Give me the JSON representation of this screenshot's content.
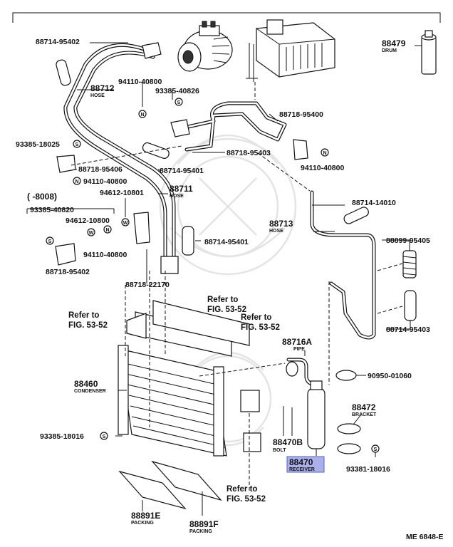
{
  "labels": {
    "p88714_95402_top": "88714-95402",
    "p88712": "88712",
    "p88712_sub": "HOSE",
    "p94110_40800_a": "94110-40800",
    "p93385_40826": "93385-40826",
    "p88479": "88479",
    "p88479_sub": "DRUM",
    "p88718_95400": "88718-95400",
    "p93385_18025": "93385-18025",
    "p88718_95403": "88718-95403",
    "p88718_95406": "88718-95406",
    "p88714_95401_a": "88714-95401",
    "p94110_40800_b": "94110-40800",
    "p94110_40800_c": "94110-40800",
    "p8008": "( -8008)",
    "p94612_10801": "94612-10801",
    "p88711": "88711",
    "p88711_sub": "HOSE",
    "p93385_40820": "93385-40820",
    "p94612_10800": "94612-10800",
    "p94110_40800_d": "94110-40800",
    "p88718_95402": "88718-95402",
    "p88714_95401_b": "88714-95401",
    "p88714_14010": "88714-14010",
    "p88713": "88713",
    "p88713_sub": "HOSE",
    "p88899_95405": "88899-95405",
    "p88718_22170": "88718-22170",
    "p88714_95403": "88714-95403",
    "ref1_a": "Refer to",
    "ref1_b": "FIG. 53-52",
    "ref2_a": "Refer to",
    "ref2_b": "FIG. 53-52",
    "ref3_a": "Refer to",
    "ref3_b": "FIG. 53-52",
    "ref4_a": "Refer to",
    "ref4_b": "FIG. 53-52",
    "p88716A": "88716A",
    "p88716A_sub": "PIPE",
    "p90950_01060": "90950-01060",
    "p88460": "88460",
    "p88460_sub": "CONDENSER",
    "p88472": "88472",
    "p88472_sub": "BRACKET",
    "p93385_18016": "93385-18016",
    "p88470": "88470",
    "p88470_sub": "RECEIVER",
    "p88470B": "88470B",
    "p88470B_sub": "BOLT",
    "p93381_18016": "93381-18016",
    "p88891E": "88891E",
    "p88891E_sub": "PACKING",
    "p88891F": "88891F",
    "p88891F_sub": "PACKING",
    "code": "ME 6848-E"
  },
  "symbols": {
    "n": "N",
    "s": "S",
    "w": "W"
  },
  "colors": {
    "line": "#111111",
    "highlight_fill": "#aab0ea",
    "highlight_stroke": "#5560c8",
    "watermark": "#e4e4e4"
  }
}
